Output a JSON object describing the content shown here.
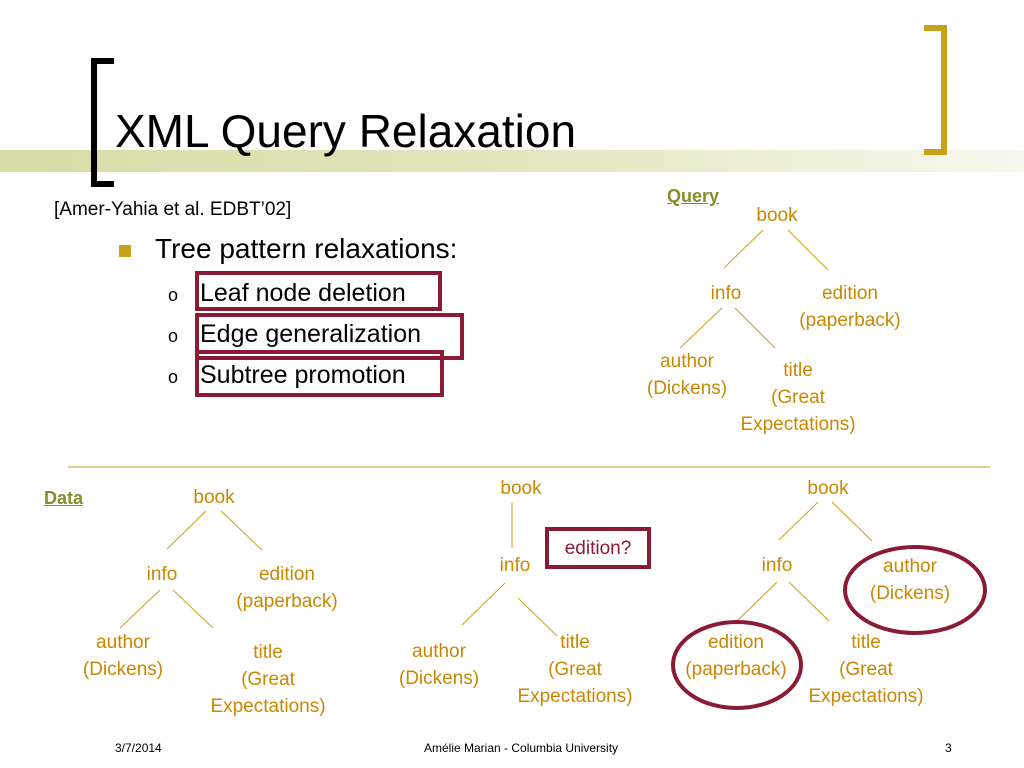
{
  "slide": {
    "title": "XML Query Relaxation",
    "citation": "[Amer-Yahia et al. EDBT’02]",
    "bullet": "Tree pattern relaxations:",
    "sub_items": [
      "Leaf node deletion",
      "Edge generalization",
      "Subtree promotion"
    ],
    "query_label": "Query",
    "data_label": "Data",
    "edition_question": "edition?",
    "footer": {
      "date": "3/7/2014",
      "author": "Amélie Marian - Columbia University",
      "page": "3"
    }
  },
  "colors": {
    "accent": "#c9a21a",
    "node_text": "#c98800",
    "highlight_box": "#8b1a34",
    "label": "#8a8c2a"
  },
  "trees": {
    "query": {
      "book": "book",
      "info": "info",
      "edition": "edition",
      "edition_value": "(paperback)",
      "author": "author",
      "author_value": "(Dickens)",
      "title": "title",
      "title_value_1": "(Great",
      "title_value_2": "Expectations)"
    },
    "data1": {
      "book": "book",
      "info": "info",
      "edition": "edition",
      "edition_value": "(paperback)",
      "author": "author",
      "author_value": "(Dickens)",
      "title": "title",
      "title_value_1": "(Great",
      "title_value_2": "Expectations)"
    },
    "data2": {
      "book": "book",
      "info": "info",
      "author": "author",
      "author_value": "(Dickens)",
      "title": "title",
      "title_value_1": "(Great",
      "title_value_2": "Expectations)"
    },
    "data3": {
      "book": "book",
      "info": "info",
      "author": "author",
      "author_value": "(Dickens)",
      "edition": "edition",
      "edition_value": "(paperback)",
      "title": "title",
      "title_value_1": "(Great",
      "title_value_2": "Expectations)"
    }
  }
}
